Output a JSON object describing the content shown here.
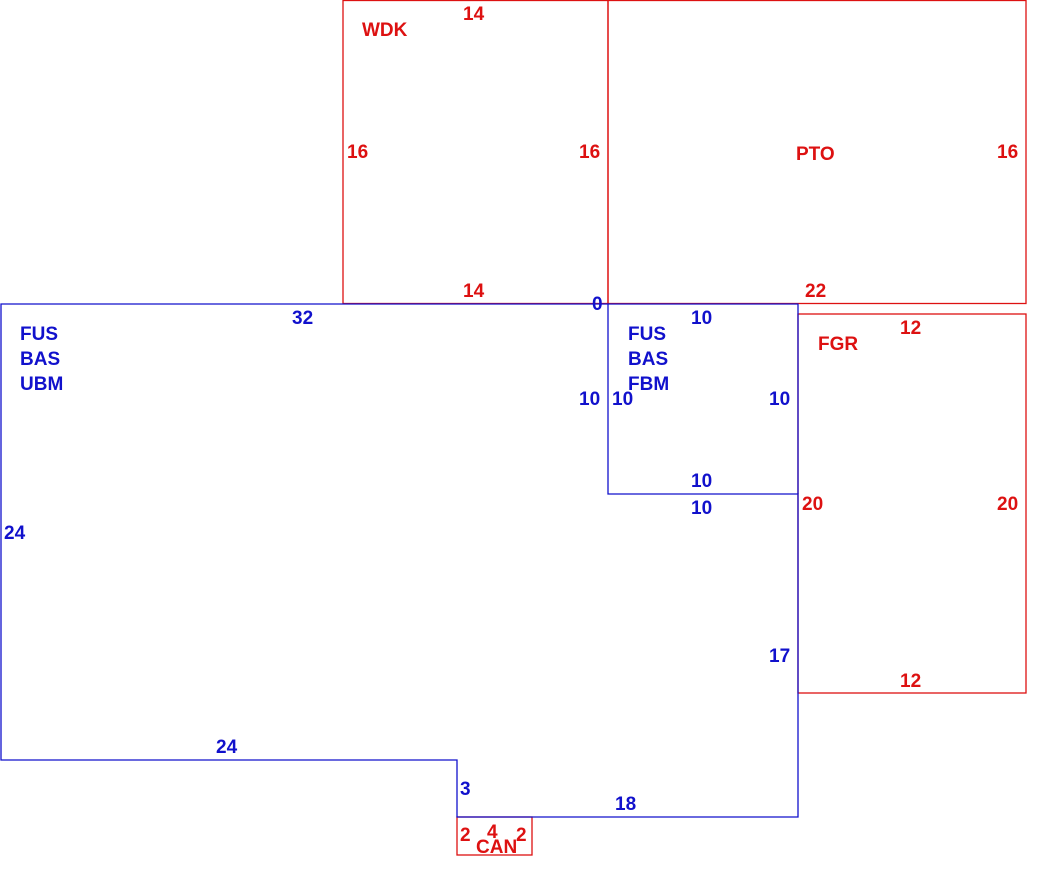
{
  "colors": {
    "improvement": "#dd1111",
    "living": "#1111cc",
    "background": "#ffffff"
  },
  "areas": {
    "wdk": {
      "label": "WDK",
      "dims": {
        "top": "14",
        "bottom": "14",
        "left": "16",
        "right": "16"
      }
    },
    "pto": {
      "label": "PTO",
      "dims": {
        "bottom": "22",
        "right": "16"
      }
    },
    "fgr": {
      "label": "FGR",
      "dims": {
        "top": "12",
        "bottom": "12",
        "left": "20",
        "right": "20"
      }
    },
    "can": {
      "label": "CAN",
      "dims": {
        "left": "2",
        "middle": "4",
        "right": "2"
      }
    },
    "main": {
      "label_lines": [
        "FUS",
        "BAS",
        "UBM"
      ],
      "dims": {
        "top": "32",
        "corner": "0",
        "left": "24",
        "bottom_left": "24",
        "step": "3",
        "bottom_right": "18",
        "right": "17",
        "inner_left": "10",
        "notch_bottom": "10"
      }
    },
    "fbm": {
      "label_lines": [
        "FUS",
        "BAS",
        "FBM"
      ],
      "dims": {
        "top": "10",
        "left": "10",
        "right": "10",
        "bottom": "10"
      }
    }
  }
}
